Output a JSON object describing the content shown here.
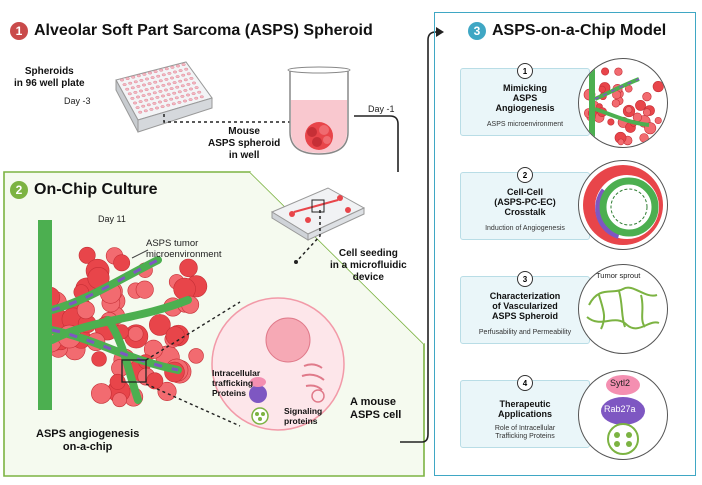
{
  "section1": {
    "number": "1",
    "title": "Alveolar Soft Part Sarcoma (ASPS) Spheroid",
    "color": "#c94a4a"
  },
  "section2": {
    "number": "2",
    "title": "On-Chip Culture",
    "color": "#7cb342"
  },
  "section3": {
    "number": "3",
    "title": "ASPS-on-a-Chip Model",
    "color": "#3fa7c4"
  },
  "labels": {
    "spheroids_plate": "Spheroids\nin 96 well plate",
    "day_minus3": "Day -3",
    "day_minus1": "Day -1",
    "mouse_spheroid": "Mouse\nASPS spheroid\nin well",
    "cell_seeding": "Cell seeding\nin a microfluidic\ndevice",
    "day11": "Day 11",
    "tumor_micro": "ASPS tumor\nmicroenvironment",
    "angiogenesis_chip": "ASPS angiogenesis\non-a-chip",
    "intracellular": "Intracellular\ntrafficking\nProteins",
    "signaling": "Signaling\nproteins",
    "mouse_cell": "A mouse\nASPS cell",
    "tumor_sprout": "Tumor sprout",
    "sytl2": "Sytl2",
    "rab27a": "Rab27a"
  },
  "cards": [
    {
      "number": "1",
      "title": "Mimicking\nASPS\nAngiogenesis",
      "subtitle": "ASPS microenvironment"
    },
    {
      "number": "2",
      "title": "Cell-Cell\n(ASPS-PC-EC)\nCrosstalk",
      "subtitle": "Induction of Angiogenesis"
    },
    {
      "number": "3",
      "title": "Characterization\nof Vascularized\nASPS Spheroid",
      "subtitle": "Perfusability and Permeability"
    },
    {
      "number": "4",
      "title": "Therapeutic\nApplications",
      "subtitle": "Role of Intracellular\nTrafficking Proteins"
    }
  ],
  "colors": {
    "tumor": "#e8454a",
    "vessel": "#4caf50",
    "pericyte": "#7e57c2",
    "frame_green": "#7cb342",
    "frame_blue": "#3fa7c4"
  }
}
